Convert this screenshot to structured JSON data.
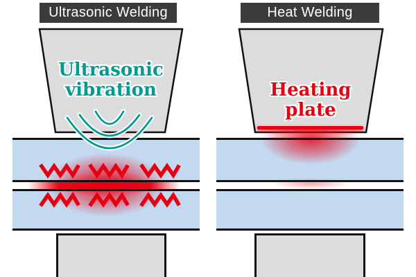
{
  "diagram": {
    "description": "Comparison of plastic welding methods",
    "panels": [
      {
        "id": "ultrasonic",
        "title": "Ultrasonic Welding",
        "horn_label_line1": "Ultrasonic",
        "horn_label_line2": "vibration",
        "horn_label_color": "#009b8f",
        "features": [
          "sound-wave arcs at horn tip",
          "vibration heat zigzags at joint of two plates",
          "red heat glow at weld seam"
        ]
      },
      {
        "id": "heat",
        "title": "Heat Welding",
        "horn_label_line1": "Heating",
        "horn_label_line2": "plate",
        "horn_label_color": "#e60012",
        "features": [
          "red hot plate line at tool bottom",
          "heat glow spreading into top plate",
          "plates separated"
        ]
      }
    ],
    "colors": {
      "badge_background": "#3b3b3b",
      "badge_text": "#ffffff",
      "tool_fill": "#dcdcdc",
      "outline": "#111111",
      "plate_fill": "#c3d9f0",
      "heat_red": "#e60012",
      "ultrasonic_teal": "#009b8f",
      "background": "#ffffff"
    }
  }
}
